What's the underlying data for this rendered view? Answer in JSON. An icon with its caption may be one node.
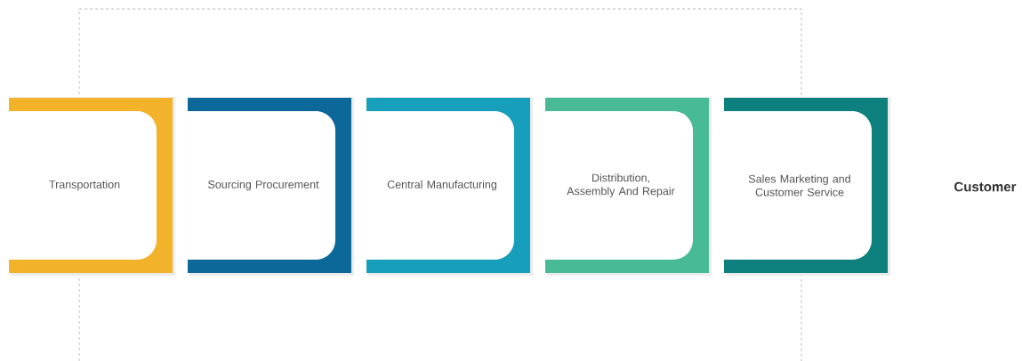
{
  "diagram": {
    "nodes": [
      {
        "text": [
          "Transportation"
        ]
      },
      {
        "text": [
          "Sourcing Procurement"
        ]
      },
      {
        "text": [
          "Central Manufacturing"
        ]
      },
      {
        "text": [
          "Distribution, Assembly And Repair"
        ]
      },
      {
        "text": [
          "Sales Marketing and Customer Service"
        ]
      }
    ],
    "labels": [
      "Customer"
    ]
  }
}
